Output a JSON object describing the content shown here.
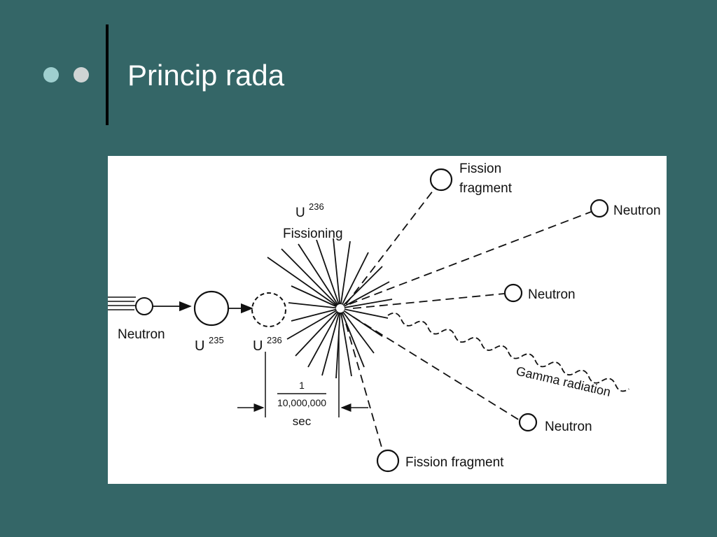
{
  "slide": {
    "title": "Princip rada"
  },
  "diagram": {
    "incoming_neutron": "Neutron",
    "u235_base": "U",
    "u235_sup": "235",
    "u236_base": "U",
    "u236_sup": "236",
    "fissioning_base": "U",
    "fissioning_sup": "236",
    "fissioning_label": "Fissioning",
    "time_numerator": "1",
    "time_denominator": "10,000,000",
    "time_unit": "sec",
    "fission_fragment_top_line1": "Fission",
    "fission_fragment_top_line2": "fragment",
    "neutron_top": "Neutron",
    "neutron_middle": "Neutron",
    "gamma_radiation": "Gamma radiation",
    "neutron_bottom": "Neutron",
    "fission_fragment_bottom": "Fission fragment"
  },
  "colors": {
    "background": "#346667",
    "title_text": "#ffffff",
    "bullet_light": "#9fcfcf",
    "bullet_gray": "#cfd4d4"
  }
}
